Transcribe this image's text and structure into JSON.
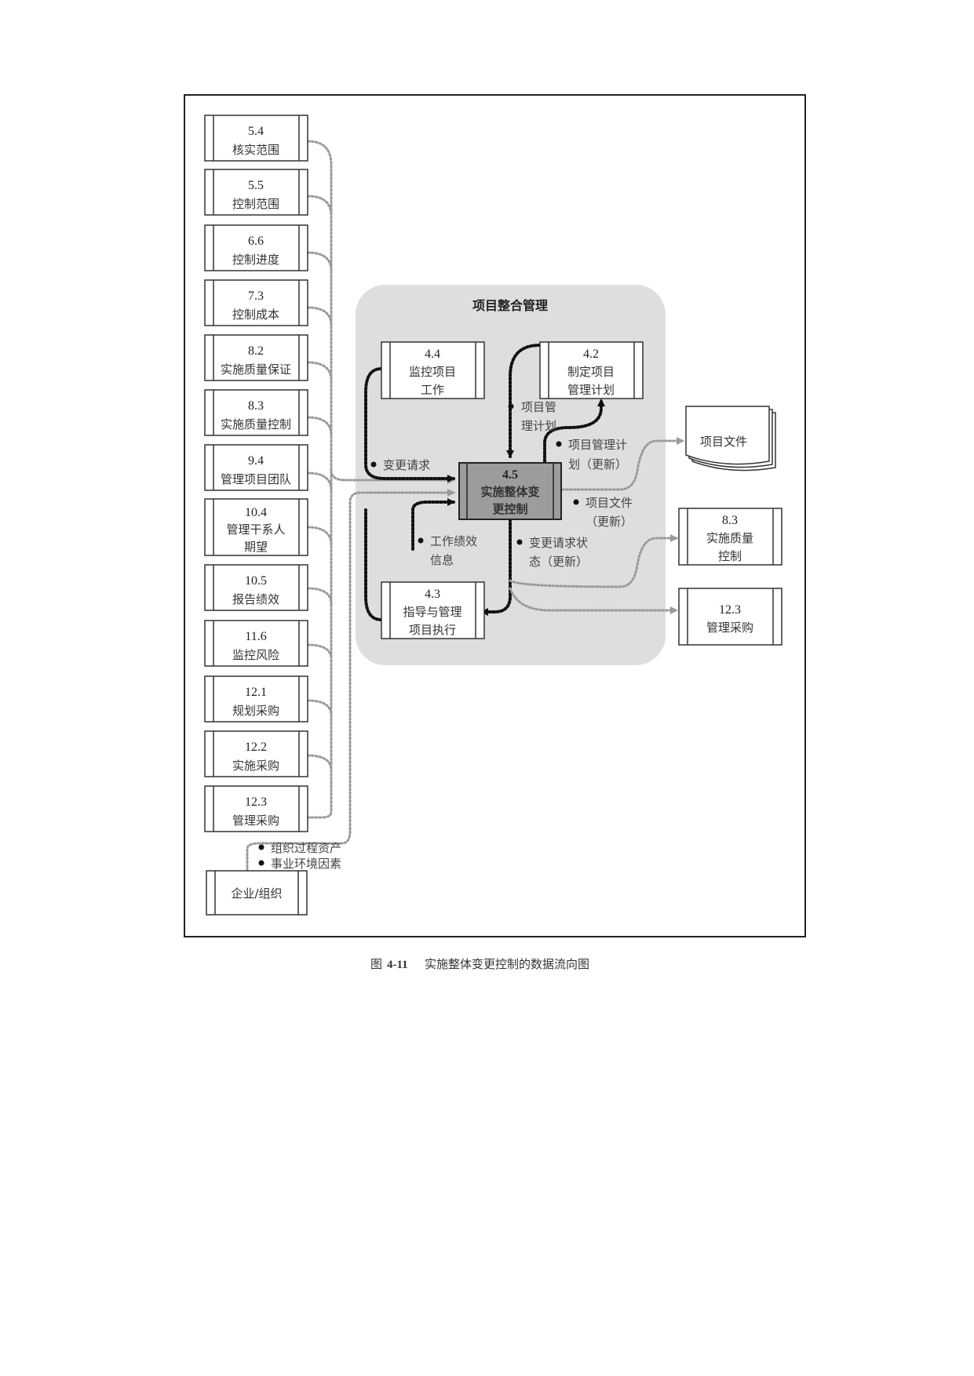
{
  "group_title": "项目整合管理",
  "left_processes": [
    {
      "num": "5.4",
      "lines": [
        "核实范围"
      ]
    },
    {
      "num": "5.5",
      "lines": [
        "控制范围"
      ]
    },
    {
      "num": "6.6",
      "lines": [
        "控制进度"
      ]
    },
    {
      "num": "7.3",
      "lines": [
        "控制成本"
      ]
    },
    {
      "num": "8.2",
      "lines": [
        "实施质量保证"
      ]
    },
    {
      "num": "8.3",
      "lines": [
        "实施质量控制"
      ]
    },
    {
      "num": "9.4",
      "lines": [
        "管理项目团队"
      ]
    },
    {
      "num": "10.4",
      "lines": [
        "管理干系人",
        "期望"
      ]
    },
    {
      "num": "10.5",
      "lines": [
        "报告绩效"
      ]
    },
    {
      "num": "11.6",
      "lines": [
        "监控风险"
      ]
    },
    {
      "num": "12.1",
      "lines": [
        "规划采购"
      ]
    },
    {
      "num": "12.2",
      "lines": [
        "实施采购"
      ]
    },
    {
      "num": "12.3",
      "lines": [
        "管理采购"
      ]
    }
  ],
  "enterprise": {
    "label": "企业/组织"
  },
  "center_processes": {
    "p44": {
      "num": "4.4",
      "lines": [
        "监控项目",
        "工作"
      ]
    },
    "p42": {
      "num": "4.2",
      "lines": [
        "制定项目",
        "管理计划"
      ]
    },
    "p45": {
      "num": "4.5",
      "lines": [
        "实施整体变",
        "更控制"
      ]
    },
    "p43": {
      "num": "4.3",
      "lines": [
        "指导与管理",
        "项目执行"
      ]
    }
  },
  "right_processes": {
    "p83": {
      "num": "8.3",
      "lines": [
        "实施质量",
        "控制"
      ]
    },
    "p123": {
      "num": "12.3",
      "lines": [
        "管理采购"
      ]
    }
  },
  "document": {
    "label": "项目文件"
  },
  "flow_labels": {
    "change_request": "变更请求",
    "pm_plan_in": [
      "项目管",
      "理计划"
    ],
    "pm_plan_update": [
      "项目管理计",
      "划（更新）"
    ],
    "project_docs_update": [
      "项目文件",
      "（更新）"
    ],
    "work_perf": [
      "工作绩效",
      "信息"
    ],
    "cr_status": [
      "变更请求状",
      "态（更新）"
    ],
    "org_assets": "组织过程资产",
    "env_factors": "事业环境因素"
  },
  "caption": {
    "prefix": "图",
    "number": "4-11",
    "text": "实施整体变更控制的数据流向图"
  }
}
